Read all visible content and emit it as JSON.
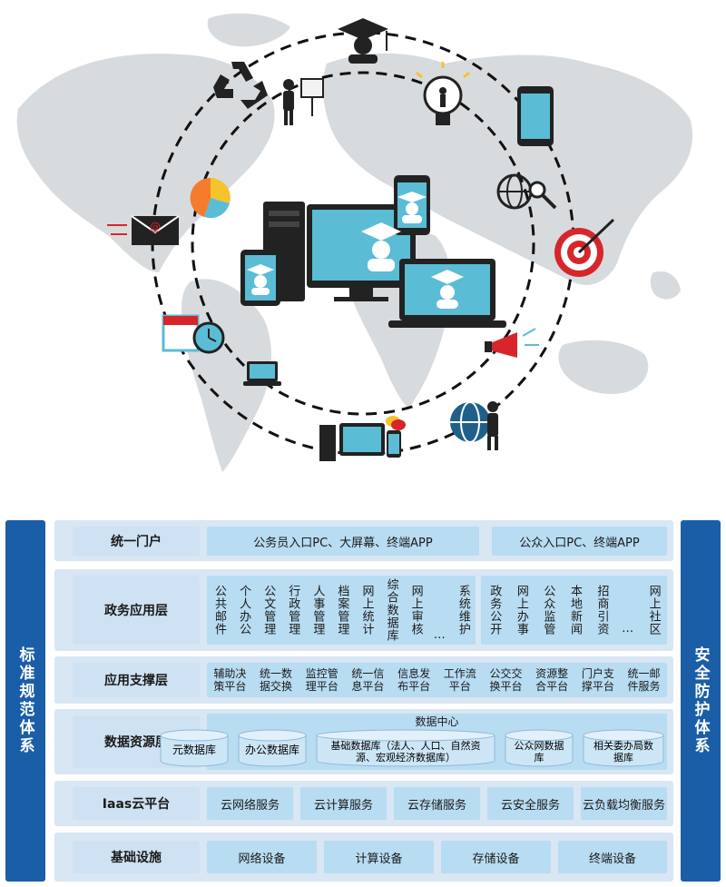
{
  "portal": {
    "label": "统一门户",
    "items": [
      "公务员入口PC、大屏幕、终端APP",
      "公众入口PC、终端APP"
    ]
  },
  "gov_apps": {
    "label": "政务应用层",
    "items": [
      "公共邮件",
      "个人办公",
      "公文管理",
      "行政管理",
      "人事管理",
      "档案管理",
      "网上统计",
      "综合数据库",
      "网上审核",
      "…",
      "系统维护",
      "政务公开",
      "网上办事",
      "公众监管",
      "本地新闻",
      "招商引资",
      "…",
      "网上社区"
    ]
  },
  "support": {
    "label": "应用支撑层",
    "items": [
      "辅助决策平台",
      "统一数据交换",
      "监控管理平台",
      "统一信息平台",
      "信息发布平台",
      "工作流平台",
      "公交交换平台",
      "资源整合平台",
      "门户支撑平台",
      "统一邮件服务"
    ]
  },
  "data_layer": {
    "label": "数据资源层",
    "center_title": "数据中心",
    "dbs": [
      "元数据库",
      "办公数据库",
      "基础数据库（法人、人口、自然资源、宏观经济数据库）",
      "公众网数据库",
      "相关委办局数据库"
    ]
  },
  "iaas": {
    "label": "Iaas云平台",
    "items": [
      "云网络服务",
      "云计算服务",
      "云存储服务",
      "云安全服务",
      "云负载均衡服务"
    ]
  },
  "infra": {
    "label": "基础设施",
    "items": [
      "网络设备",
      "计算设备",
      "存储设备",
      "终端设备"
    ]
  },
  "left_bar": "标准规范体系",
  "right_bar": "安全防护体系",
  "email_symbol": "@",
  "colors": {
    "accent_blue": "#1b5ea8",
    "panel": "#d9e6f3",
    "cell": "#b8dcf2",
    "screen": "#5bbcd6",
    "map": "#d6d9dc"
  }
}
